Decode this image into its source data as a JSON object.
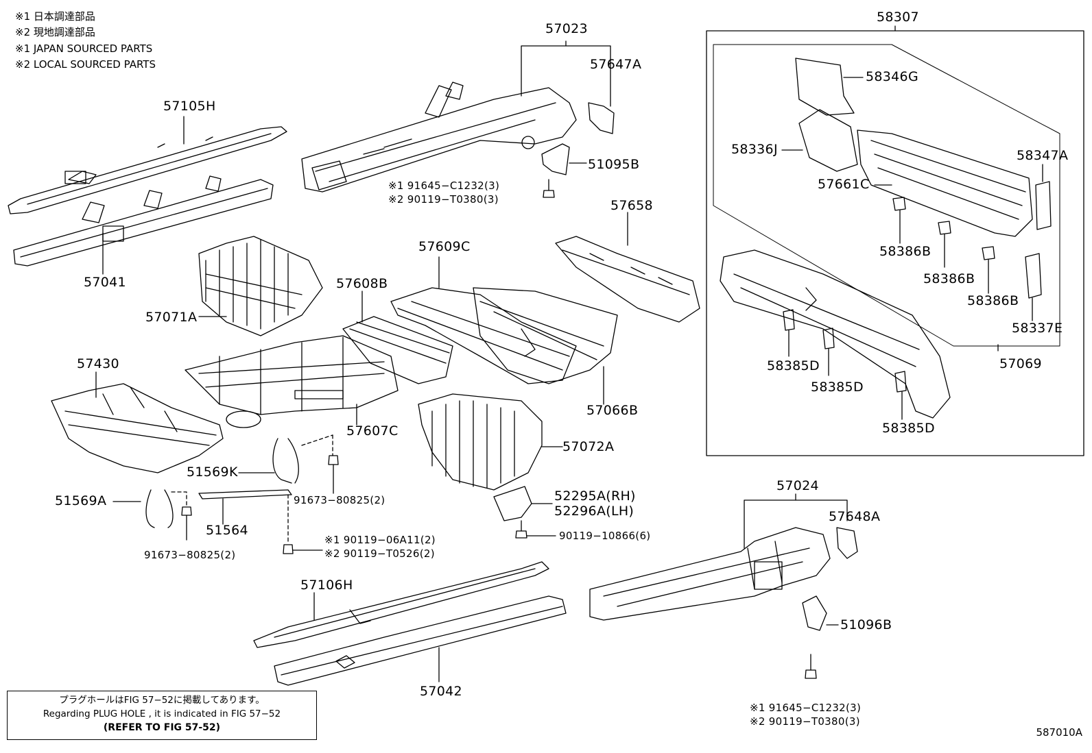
{
  "legend": [
    "※1  日本調達部品",
    "※2  現地調達部品",
    "※1  JAPAN SOURCED PARTS",
    "※2  LOCAL SOURCED PARTS"
  ],
  "parts": {
    "p57023": "57023",
    "p57647A": "57647A",
    "p57105H": "57105H",
    "p51095B": "51095B",
    "p91645_a": "※1  91645−C1232(3)",
    "p90119_a": "※2  90119−T0380(3)",
    "p57041": "57041",
    "p57658": "57658",
    "p57609C": "57609C",
    "p57608B": "57608B",
    "p57071A": "57071A",
    "p57430": "57430",
    "p57066B": "57066B",
    "p57607C": "57607C",
    "p57072A": "57072A",
    "p51569K": "51569K",
    "p91673_a": "91673−80825(2)",
    "p51569A": "51569A",
    "p51564": "51564",
    "p52295A": "52295A(RH)",
    "p52296A": "52296A(LH)",
    "p90119_10866": "90119−10866(6)",
    "p90119_06A11": "※1  90119−06A11(2)",
    "p90119_T0526": "※2  90119−T0526(2)",
    "p91673_b": "91673−80825(2)",
    "p57106H": "57106H",
    "p57042": "57042",
    "p57024": "57024",
    "p57648A": "57648A",
    "p51096B": "51096B",
    "p91645_b": "※1  91645−C1232(3)",
    "p90119_b": "※2  90119−T0380(3)",
    "p58307": "58307",
    "p58346G": "58346G",
    "p58336J": "58336J",
    "p58347A": "58347A",
    "p57661C": "57661C",
    "p58386B_1": "58386B",
    "p58386B_2": "58386B",
    "p58386B_3": "58386B",
    "p58337E": "58337E",
    "p58385D_1": "58385D",
    "p58385D_2": "58385D",
    "p58385D_3": "58385D",
    "p57069": "57069"
  },
  "note": {
    "jp": "プラグホールはFIG  57−52に掲載してあります。",
    "en": "Regarding  PLUG  HOLE , it is indicated in FIG  57−52",
    "ref": "(REFER  TO  FIG  57-52)"
  },
  "figure_id": "587010A"
}
